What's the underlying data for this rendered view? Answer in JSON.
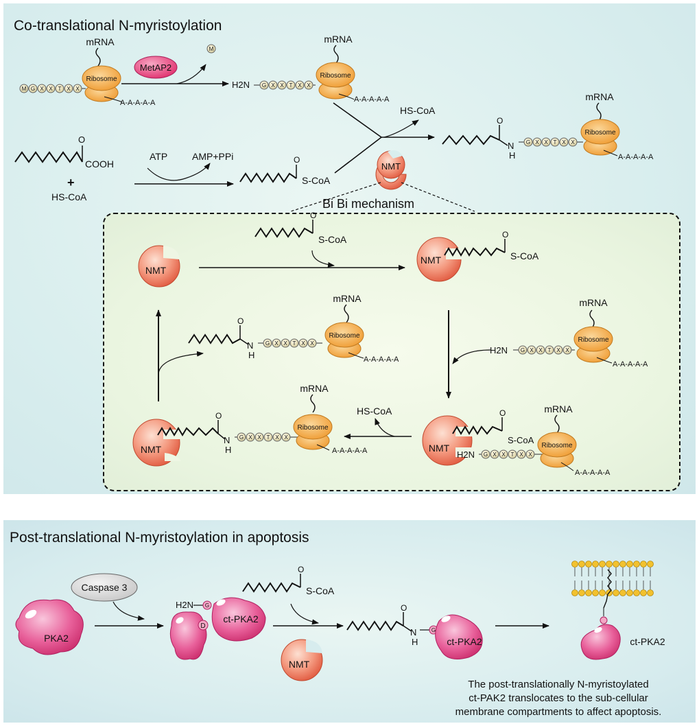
{
  "top_panel": {
    "title": "Co-translational N-myristoylation",
    "mech_title": "Bi Bi mechanism"
  },
  "bottom_panel": {
    "title": "Post-translational N-myristoylation in apoptosis",
    "caption_lines": [
      "The post-translationally N-myristoylated",
      "ct-PAK2 translocates to the sub-cellular",
      "membrane compartments to affect apoptosis."
    ]
  },
  "labels": {
    "mrna": "mRNA",
    "ribosome": "Ribosome",
    "polya": "A-A-A-A-A",
    "metap2": "MetAP2",
    "m_bead": "M",
    "g_bead": "G",
    "x_bead": "X",
    "t_bead": "T",
    "h2n": "H2N",
    "cooh": "COOH",
    "plus": "+",
    "hscoa": "HS-CoA",
    "atp": "ATP",
    "amp": "AMP+PPi",
    "scoa": "S-CoA",
    "o": "O",
    "n": "N",
    "h": "H",
    "nmt": "NMT",
    "caspase": "Caspase 3",
    "pka2": "PKA2",
    "ctpka2": "ct-PKA2",
    "d_bead": "D"
  }
}
